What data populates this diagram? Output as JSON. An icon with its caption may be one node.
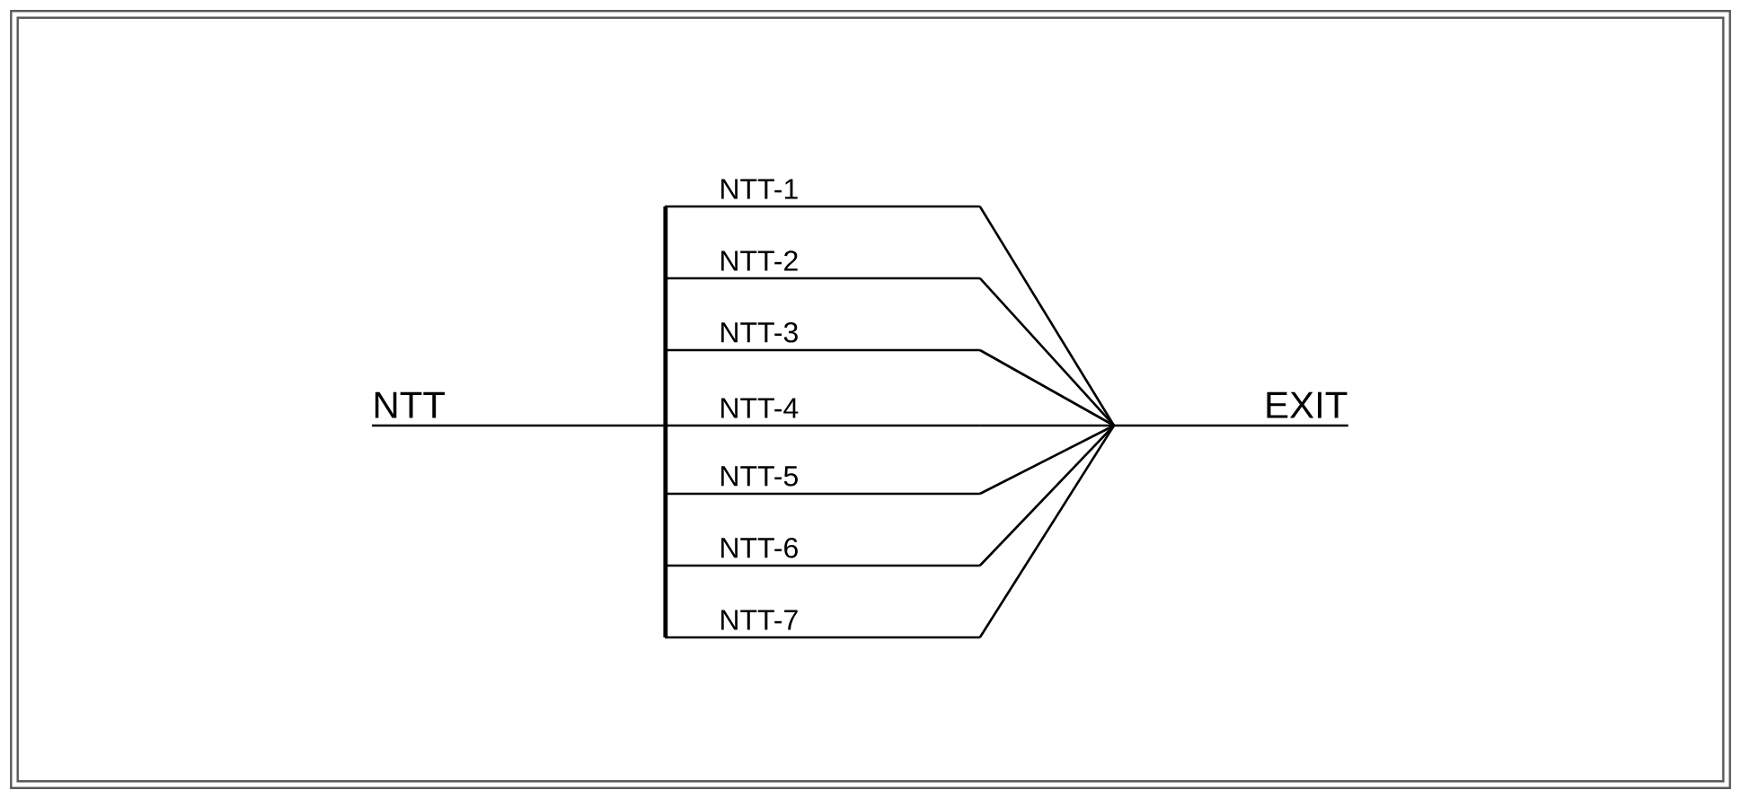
{
  "diagram": {
    "nodes": [
      {
        "text": [
          "NTT"
        ]
      },
      {
        "text": [
          "NTT-1"
        ]
      },
      {
        "text": [
          "NTT-2"
        ]
      },
      {
        "text": [
          "NTT-3"
        ]
      },
      {
        "text": [
          "NTT-4"
        ]
      },
      {
        "text": [
          "NTT-5"
        ]
      },
      {
        "text": [
          "NTT-6"
        ]
      },
      {
        "text": [
          "NTT-7"
        ]
      },
      {
        "text": [
          "EXIT"
        ]
      }
    ],
    "edges": [
      {
        "from": 0,
        "to": 1,
        "arrow": "none"
      },
      {
        "from": 0,
        "to": 2,
        "arrow": "none"
      },
      {
        "from": 0,
        "to": 3,
        "arrow": "none"
      },
      {
        "from": 0,
        "to": 4,
        "arrow": "none"
      },
      {
        "from": 0,
        "to": 5,
        "arrow": "none"
      },
      {
        "from": 0,
        "to": 6,
        "arrow": "none"
      },
      {
        "from": 0,
        "to": 7,
        "arrow": "none"
      },
      {
        "from": 1,
        "to": 8,
        "arrow": "none"
      },
      {
        "from": 2,
        "to": 8,
        "arrow": "none"
      },
      {
        "from": 3,
        "to": 8,
        "arrow": "none"
      },
      {
        "from": 4,
        "to": 8,
        "arrow": "none"
      },
      {
        "from": 5,
        "to": 8,
        "arrow": "none"
      },
      {
        "from": 6,
        "to": 8,
        "arrow": "none"
      },
      {
        "from": 7,
        "to": 8,
        "arrow": "none"
      }
    ]
  }
}
